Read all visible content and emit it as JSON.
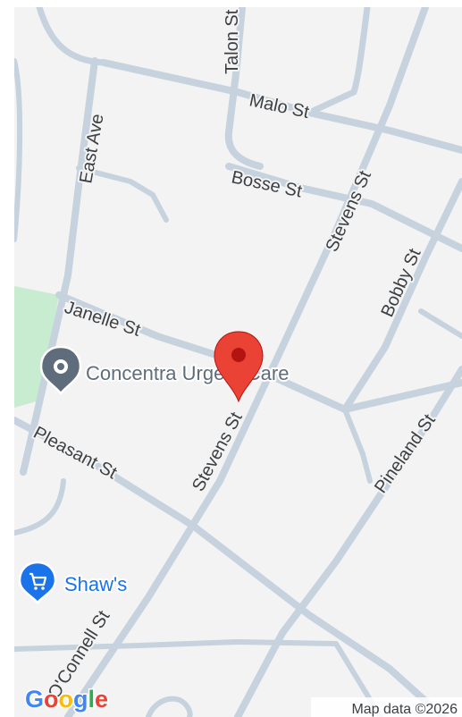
{
  "map": {
    "streets": {
      "talon": "Talon St",
      "malo": "Malo St",
      "east_ave": "East Ave",
      "bosse": "Bosse St",
      "stevens_upper": "Stevens St",
      "bobby": "Bobby St",
      "janelle": "Janelle St",
      "stevens_lower": "Stevens St",
      "pineland": "Pineland St",
      "pleasant": "Pleasant St",
      "oconnell": "O'Connell St"
    },
    "places": [
      {
        "name": "Concentra Urgent Care",
        "icon": "medical-pin-icon",
        "color": "#5f6c7b"
      },
      {
        "name": "Shaw's",
        "icon": "shopping-cart-icon",
        "color": "#1a73e8"
      }
    ],
    "marker": {
      "icon": "red-location-pin-icon",
      "color": "#ea4335"
    },
    "park_color": "#c8ecd0",
    "road_color": "#c6d2dd",
    "background_color": "#f3f3f3",
    "logo": {
      "letters": [
        "G",
        "o",
        "o",
        "g",
        "l",
        "e"
      ],
      "colors": [
        "#4285f4",
        "#ea4335",
        "#fbbc05",
        "#4285f4",
        "#34a853",
        "#ea4335"
      ]
    },
    "attribution": "Map data ©2026"
  }
}
